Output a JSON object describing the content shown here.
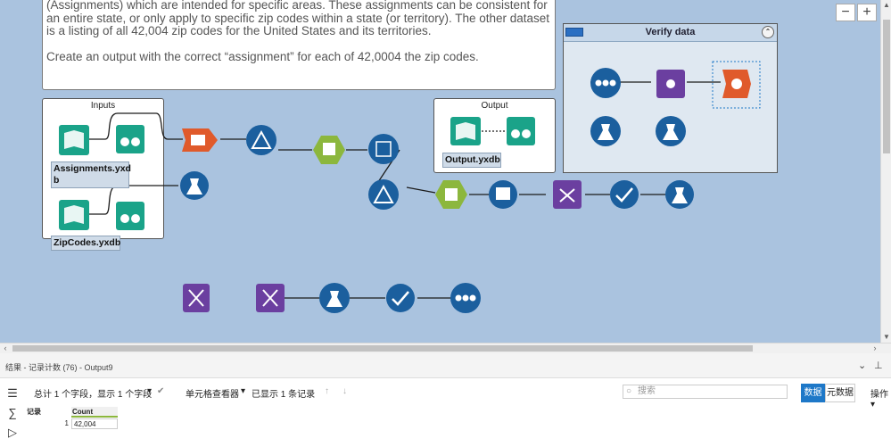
{
  "comment": {
    "line1": "(Assignments) which are intended for specific areas. These assignments can be consistent for",
    "line2": "an entire state, or only apply to specific zip codes within a state (or territory). The other dataset",
    "line3": "is a listing of all 42,004 zip codes for the United States and its territories.",
    "line4": "Create an output with the correct “assignment” for each of 42,0004 the zip codes."
  },
  "containers": {
    "inputs_title": "Inputs",
    "output_title": "Output",
    "verify_title": "Verify data"
  },
  "files": {
    "assignments": "Assignments.yxd b",
    "zipcodes": "ZipCodes.yxdb",
    "output": "Output.yxdb"
  },
  "zoom": {
    "minus": "−",
    "plus": "+"
  },
  "results": {
    "title": "结果 - 记录计数 (76) - Output9",
    "fields_summary": "总计 1 个字段，显示 1 个字段",
    "cell_viewer": "单元格查看器",
    "records_shown": "已显示 1 条记录",
    "search_placeholder": "搜索",
    "tab_data": "数据",
    "tab_metadata": "元数据",
    "actions": "操作",
    "columns": [
      "记录",
      "Count"
    ],
    "rows": [
      [
        "1",
        "42,004"
      ]
    ]
  },
  "colors": {
    "canvas": "#aac3df",
    "input_tool": "#1aa389",
    "prep_tool": "#1b5f9e",
    "join_tool": "#6b3fa0",
    "transform_tool": "#8cb73d",
    "report_tool": "#e05a2b"
  }
}
